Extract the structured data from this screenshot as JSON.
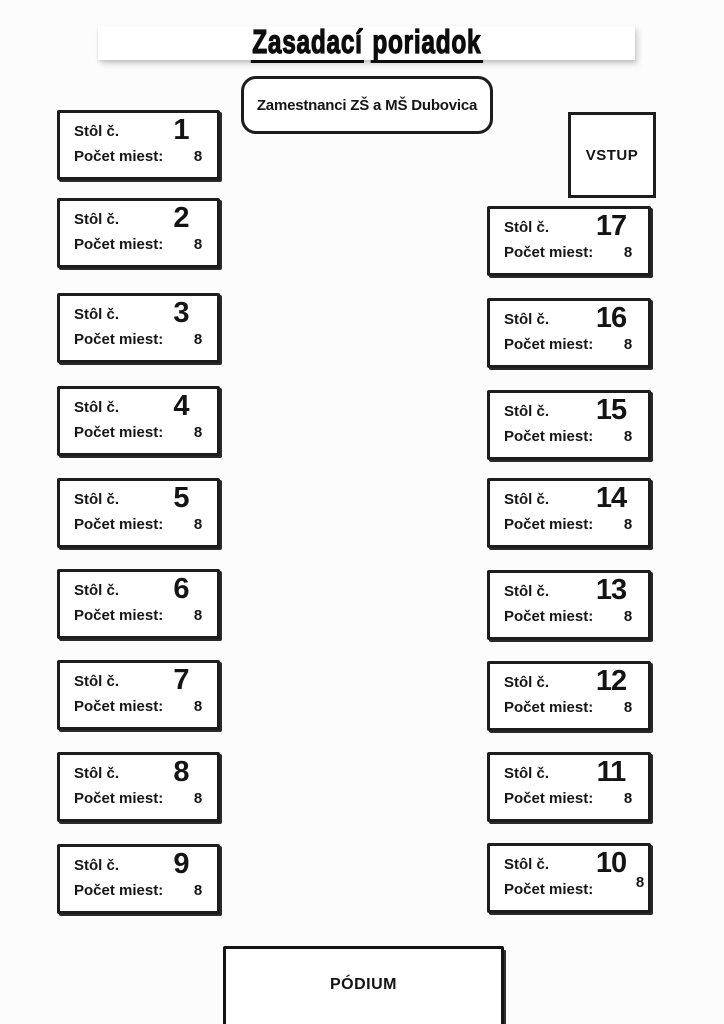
{
  "title": {
    "word1": "Zasadací",
    "word2": "poriadok"
  },
  "subtitle": {
    "text": "Zamestnanci ZŠ a MŠ Dubovica"
  },
  "entrance": {
    "label": "VSTUP"
  },
  "stage": {
    "label": "PÓDIUM"
  },
  "labels": {
    "table": "Stôl č.",
    "seats": "Počet miest:"
  },
  "columns": {
    "left": [
      {
        "number": "1",
        "seats": "8"
      },
      {
        "number": "2",
        "seats": "8"
      },
      {
        "number": "3",
        "seats": "8"
      },
      {
        "number": "4",
        "seats": "8"
      },
      {
        "number": "5",
        "seats": "8"
      },
      {
        "number": "6",
        "seats": "8"
      },
      {
        "number": "7",
        "seats": "8"
      },
      {
        "number": "8",
        "seats": "8"
      },
      {
        "number": "9",
        "seats": "8"
      }
    ],
    "right": [
      {
        "number": "17",
        "seats": "8"
      },
      {
        "number": "16",
        "seats": "8"
      },
      {
        "number": "15",
        "seats": "8"
      },
      {
        "number": "14",
        "seats": "8"
      },
      {
        "number": "13",
        "seats": "8"
      },
      {
        "number": "12",
        "seats": "8"
      },
      {
        "number": "11",
        "seats": "8"
      },
      {
        "number": "10",
        "seats": "8",
        "seat_raised": true
      }
    ]
  },
  "colors": {
    "ink": "#1a1a1a",
    "background": "#fcfcfc",
    "box_background": "#ffffff"
  }
}
